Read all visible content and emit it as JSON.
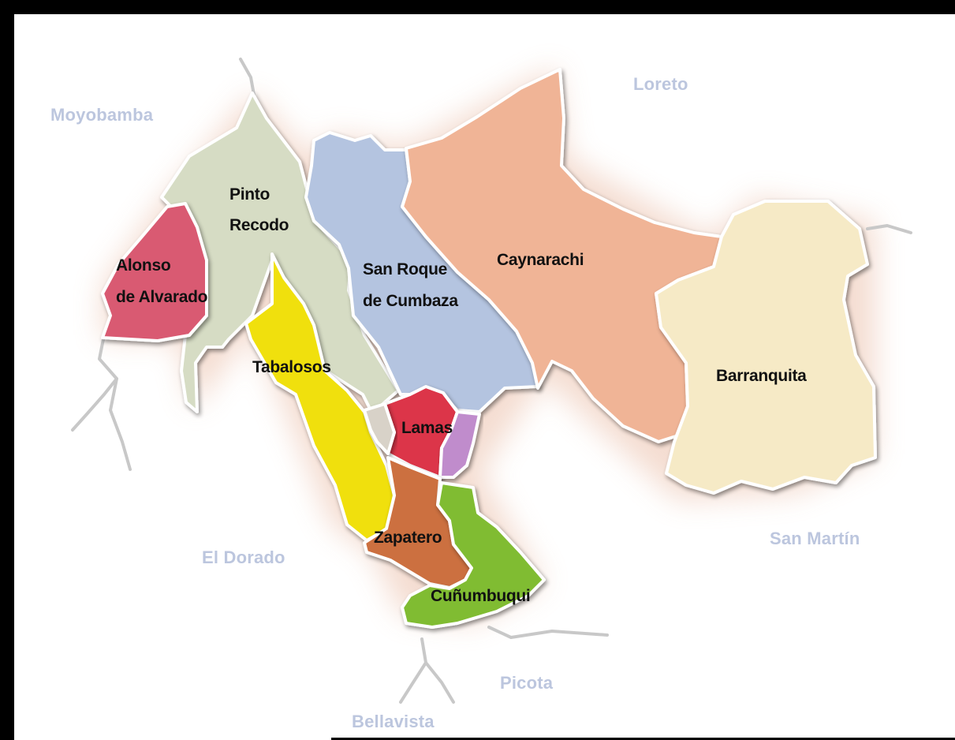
{
  "districts": [
    {
      "id": "alonso",
      "lines": [
        "Alonso",
        "de Alvarado"
      ],
      "color": "#d95a72"
    },
    {
      "id": "pinto",
      "lines": [
        "Pinto",
        "Recodo"
      ],
      "color": "#d6dcc4"
    },
    {
      "id": "sanroque",
      "lines": [
        "San Roque",
        "de Cumbaza"
      ],
      "color": "#b4c4e0"
    },
    {
      "id": "caynarachi",
      "lines": [
        "Caynarachi"
      ],
      "color": "#f0b496"
    },
    {
      "id": "barranquita",
      "lines": [
        "Barranquita"
      ],
      "color": "#f6eac6"
    },
    {
      "id": "tabalosos",
      "lines": [
        "Tabalosos"
      ],
      "color": "#f0e010"
    },
    {
      "id": "lamas",
      "lines": [
        "Lamas"
      ],
      "color": "#dc3448"
    },
    {
      "id": "zapatero",
      "lines": [
        "Zapatero"
      ],
      "color": "#cc7040"
    },
    {
      "id": "cunumbuqui",
      "lines": [
        "Cuñumbuqui"
      ],
      "color": "#80bc30"
    }
  ],
  "neighbors": {
    "moyobamba": "Moyobamba",
    "loreto": "Loreto",
    "san_martin": "San Martín",
    "el_dorado": "El Dorado",
    "picota": "Picota",
    "bellavista": "Bellavista"
  },
  "colors": {
    "lamas_east_strip": "#c08ccc",
    "lamas_west_gap": "#d8d2c8",
    "neighbor_label": "#bcc6de",
    "frame": "#000000"
  }
}
